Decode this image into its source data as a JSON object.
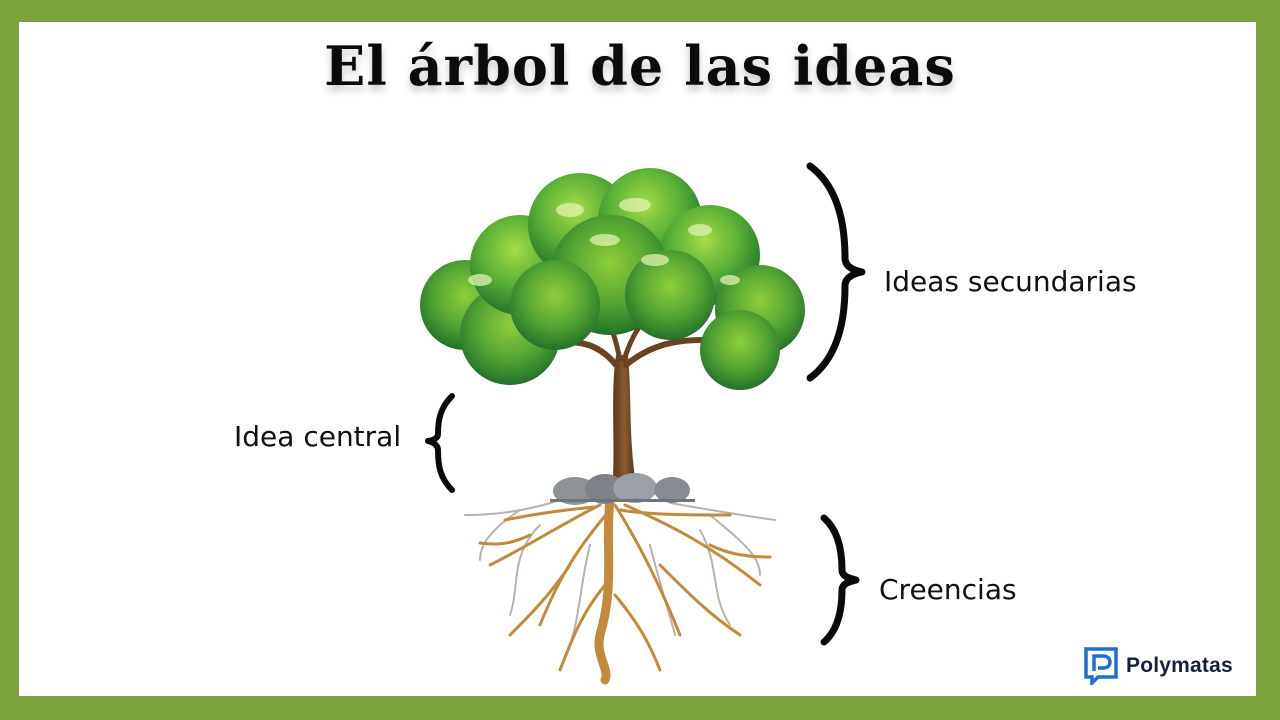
{
  "slide": {
    "title": "El árbol de las ideas",
    "border_color": "#7ba23b",
    "background_color": "#ffffff"
  },
  "labels": {
    "secondary_ideas": "Ideas secundarias",
    "central_idea": "Idea central",
    "beliefs": "Creencias"
  },
  "illustration": {
    "subject": "tree-with-roots",
    "parts": [
      "canopy",
      "trunk",
      "rocks",
      "roots"
    ]
  },
  "brand": {
    "name": "Polymatas",
    "icon": "polymatas-logo-icon",
    "color": "#1f6fcf"
  }
}
